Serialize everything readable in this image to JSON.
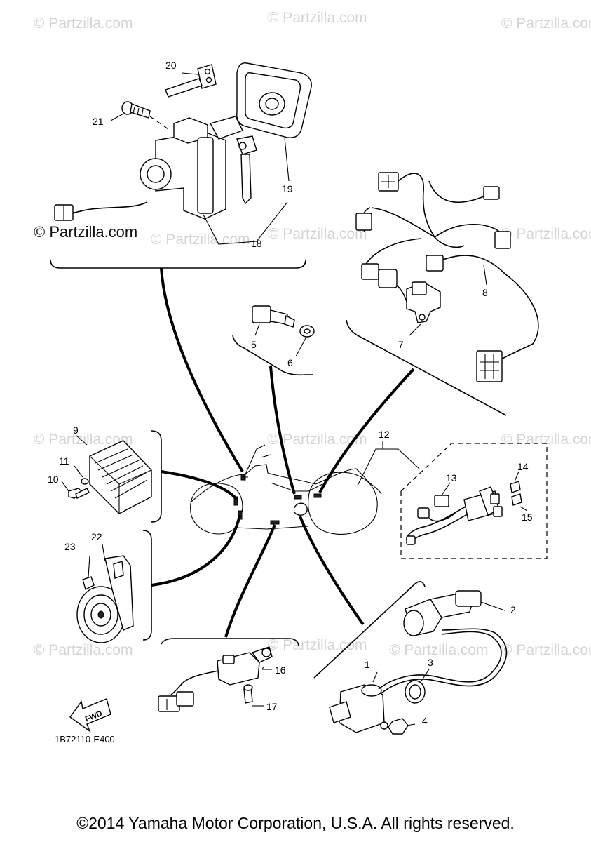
{
  "watermarks": [
    "© Partzilla.com",
    "© Partzilla.com",
    "© Partzilla.com",
    "© Partzilla.com",
    "© Partzilla.com",
    "© Partzilla.com",
    "© Partzilla.com",
    "© Partzilla.com",
    "© Partzilla.com",
    "© Partzilla.com",
    "© Partzilla.com",
    "© Partzilla.com",
    "© Partzilla.com"
  ],
  "watermark_main": "© Partzilla.com",
  "callouts": {
    "n1": "1",
    "n2": "2",
    "n3": "3",
    "n4": "4",
    "n5": "5",
    "n6": "6",
    "n7": "7",
    "n8": "8",
    "n9": "9",
    "n10": "10",
    "n11": "11",
    "n12": "12",
    "n13": "13",
    "n14": "14",
    "n15": "15",
    "n16": "16",
    "n17": "17",
    "n18": "18",
    "n19": "19",
    "n20": "20",
    "n21": "21",
    "n22": "22",
    "n23": "23"
  },
  "fwd_label": "FWD",
  "diagram_code": "1B72110-E400",
  "copyright": "©2014 Yamaha Motor Corporation, U.S.A. All rights reserved."
}
